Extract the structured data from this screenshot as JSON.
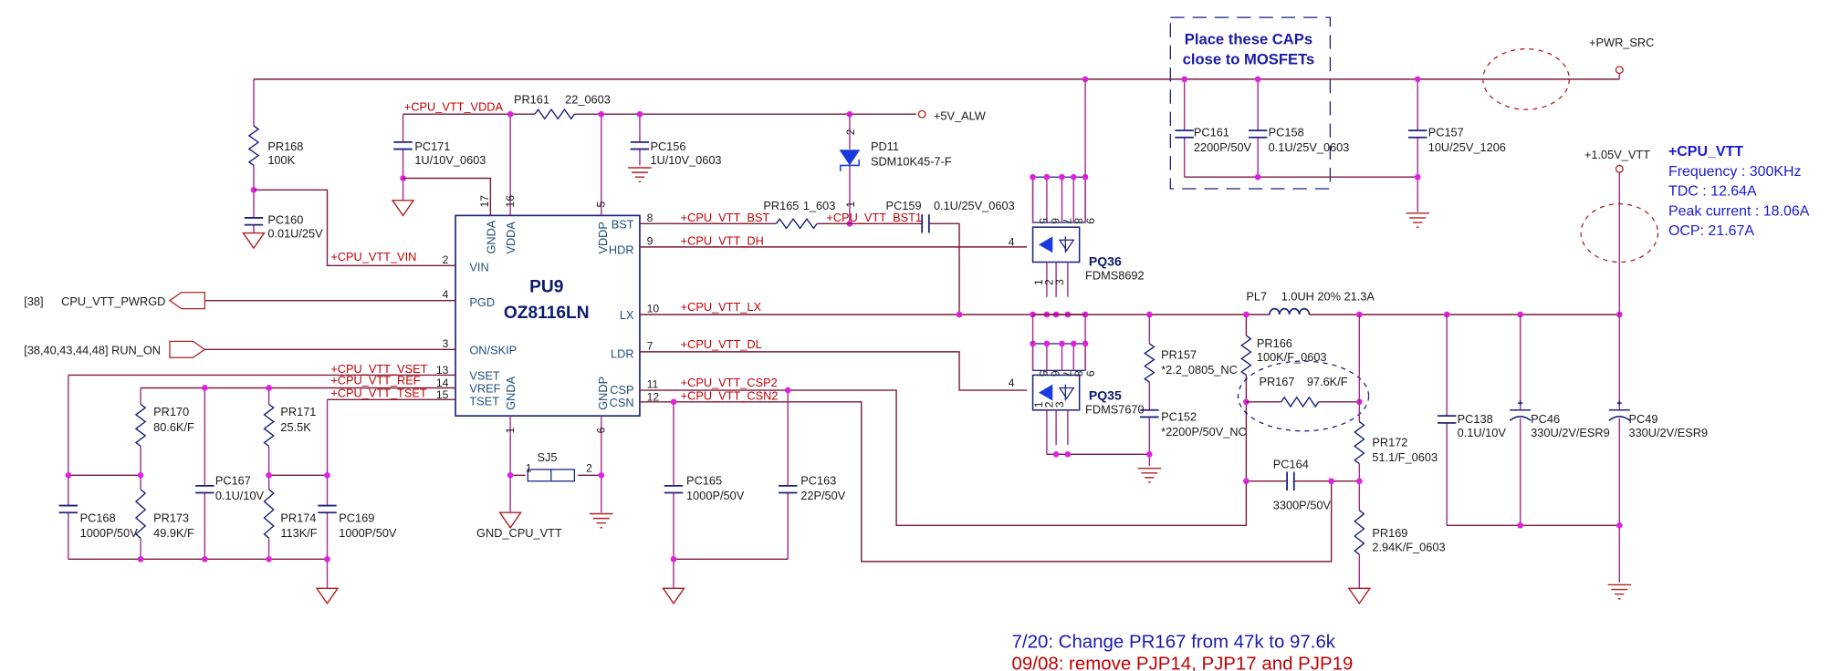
{
  "colors": {
    "wire": "#7a1a3c",
    "wire_vertical": "#a02c8c",
    "component": "#1a237e",
    "node": "#e020e0",
    "net_label": "#c00000",
    "note": "#1a1aa8",
    "revision_red": "#c00000"
  },
  "nets": {
    "vin": "+CPU_VTT_VIN",
    "vdda": "+CPU_VTT_VDDA",
    "bst": "+CPU_VTT_BST",
    "bst1": "+CPU_VTT_BST1",
    "dh": "+CPU_VTT_DH",
    "lx": "+CPU_VTT_LX",
    "dl": "+CPU_VTT_DL",
    "vset": "+CPU_VTT_VSET",
    "ref": "+CPU_VTT_REF",
    "tset": "+CPU_VTT_TSET",
    "csp2": "+CPU_VTT_CSP2",
    "csn2": "+CPU_VTT_CSN2"
  },
  "power": {
    "pwr_src": "+PWR_SRC",
    "v5_alw": "+5V_ALW",
    "vtt": "+1.05V_VTT",
    "gnd_vtt": "GND_CPU_VTT"
  },
  "connectors": [
    {
      "ref": "[38]",
      "name": "CPU_VTT_PWRGD",
      "direction": "output"
    },
    {
      "ref": "[38,40,43,44,48]",
      "name": "RUN_ON",
      "direction": "input"
    }
  ],
  "ic": {
    "ref": "PU9",
    "part": "OZ8116LN",
    "pins": {
      "vin": "VIN",
      "pgd": "PGD",
      "onskip": "ON/SKIP",
      "vset": "VSET",
      "vref": "VREF",
      "tset": "TSET",
      "bst": "BST",
      "hdr": "HDR",
      "lx": "LX",
      "ldr": "LDR",
      "csp": "CSP",
      "csn": "CSN",
      "gnda_top": "GNDA",
      "vdda": "VDDA",
      "vddp": "VDDP",
      "gnda_bot": "GNDA",
      "gndp": "GNDP"
    },
    "pin_numbers": {
      "vin": "2",
      "pgd": "4",
      "onskip": "3",
      "vset": "13",
      "vref": "14",
      "tset": "15",
      "bst": "8",
      "hdr": "9",
      "lx": "10",
      "ldr": "7",
      "csp": "11",
      "csn": "12",
      "gnda_top": "17",
      "vdda": "16",
      "vddp": "5",
      "gnda_bot": "1",
      "gndp": "6"
    }
  },
  "components": {
    "pr168": {
      "ref": "PR168",
      "value": "100K"
    },
    "pc160": {
      "ref": "PC160",
      "value": "0.01U/25V"
    },
    "pc171": {
      "ref": "PC171",
      "value": "1U/10V_0603"
    },
    "pr161": {
      "ref": "PR161",
      "value": "22_0603"
    },
    "pc156": {
      "ref": "PC156",
      "value": "1U/10V_0603"
    },
    "pd11": {
      "ref": "PD11",
      "value": "SDM10K45-7-F",
      "pin_a": "2",
      "pin_k": "1"
    },
    "pr165": {
      "ref": "PR165",
      "value": "1_603"
    },
    "pc159": {
      "ref": "PC159",
      "value": "0.1U/25V_0603"
    },
    "pq36": {
      "ref": "PQ36",
      "value": "FDMS8692",
      "gate_pin": "4",
      "drain_pins": [
        "5",
        "6",
        "7",
        "8",
        "9"
      ],
      "source_pins": [
        "1",
        "2",
        "3"
      ]
    },
    "pq35": {
      "ref": "PQ35",
      "value": "FDMS7670",
      "gate_pin": "4",
      "drain_pins": [
        "5",
        "6",
        "7",
        "8",
        "9"
      ],
      "source_pins": [
        "1",
        "2",
        "3"
      ]
    },
    "pc161": {
      "ref": "PC161",
      "value": "2200P/50V"
    },
    "pc158": {
      "ref": "PC158",
      "value": "0.1U/25V_0603"
    },
    "pc157": {
      "ref": "PC157",
      "value": "10U/25V_1206"
    },
    "pl7": {
      "ref": "PL7",
      "value": "1.0UH 20% 21.3A"
    },
    "pr157": {
      "ref": "PR157",
      "value": "*2.2_0805_NC"
    },
    "pc152": {
      "ref": "PC152",
      "value": "*2200P/50V_NC"
    },
    "pr166": {
      "ref": "PR166",
      "value": "100K/F_0603"
    },
    "pr167": {
      "ref": "PR167",
      "value": "97.6K/F"
    },
    "pr172": {
      "ref": "PR172",
      "value": "51.1/F_0603"
    },
    "pc164": {
      "ref": "PC164",
      "value": "3300P/50V"
    },
    "pr169": {
      "ref": "PR169",
      "value": "2.94K/F_0603"
    },
    "pc138": {
      "ref": "PC138",
      "value": "0.1U/10V"
    },
    "pc46": {
      "ref": "PC46",
      "value": "330U/2V/ESR9"
    },
    "pc49": {
      "ref": "PC49",
      "value": "330U/2V/ESR9"
    },
    "pr170": {
      "ref": "PR170",
      "value": "80.6K/F"
    },
    "pr173": {
      "ref": "PR173",
      "value": "49.9K/F"
    },
    "pc167": {
      "ref": "PC167",
      "value": "0.1U/10V"
    },
    "pr171": {
      "ref": "PR171",
      "value": "25.5K"
    },
    "pr174": {
      "ref": "PR174",
      "value": "113K/F"
    },
    "pc168": {
      "ref": "PC168",
      "value": "1000P/50V"
    },
    "pc169": {
      "ref": "PC169",
      "value": "1000P/50V"
    },
    "pc165": {
      "ref": "PC165",
      "value": "1000P/50V"
    },
    "pc163": {
      "ref": "PC163",
      "value": "22P/50V"
    },
    "sj5": {
      "ref": "SJ5",
      "pin1": "1",
      "pin2": "2"
    }
  },
  "placement_note": [
    "Place these CAPs",
    "close to MOSFETs"
  ],
  "specs": [
    "+CPU_VTT",
    "Frequency : 300KHz",
    "TDC : 12.64A",
    "Peak current : 18.06A",
    "OCP: 21.67A"
  ],
  "revisions": [
    "7/20: Change PR167 from 47k to 97.6k",
    "09/08: remove PJP14, PJP17 and PJP19"
  ]
}
